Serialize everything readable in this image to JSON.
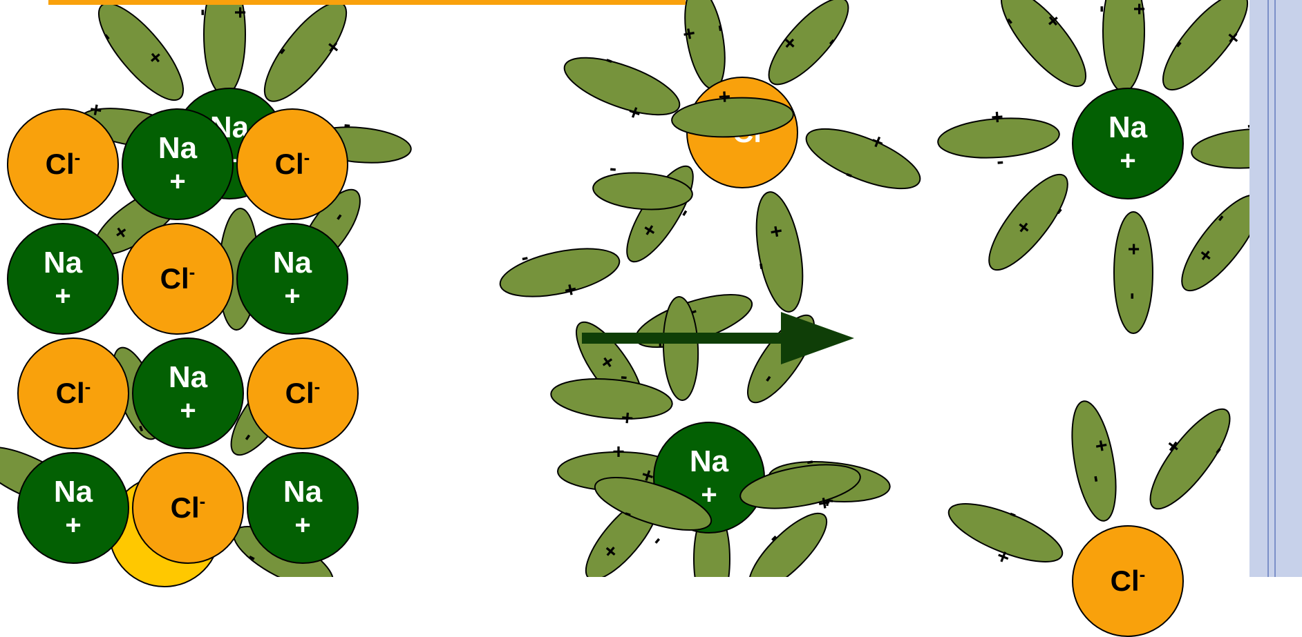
{
  "colors": {
    "water": "#76933C",
    "sodium": "#036003",
    "chloride": "#F9A10C",
    "arrow": "#0F3E07",
    "border": "#C7D1EA",
    "title_bar": "#F9A10C"
  },
  "labels": {
    "na": "Na",
    "plus": "+",
    "minus": "-",
    "cl": "Cl",
    "cl_charge": "-"
  },
  "lattice": [
    {
      "type": "cl",
      "row": 0,
      "col": 0
    },
    {
      "type": "na",
      "row": 0,
      "col": 1
    },
    {
      "type": "cl",
      "row": 0,
      "col": 2
    },
    {
      "type": "na",
      "row": 1,
      "col": 0
    },
    {
      "type": "cl",
      "row": 1,
      "col": 1
    },
    {
      "type": "na",
      "row": 1,
      "col": 2
    },
    {
      "type": "cl",
      "row": 2,
      "col": 0
    },
    {
      "type": "na",
      "row": 2,
      "col": 1
    },
    {
      "type": "cl",
      "row": 2,
      "col": 2
    },
    {
      "type": "na",
      "row": 3,
      "col": 0
    },
    {
      "type": "cl",
      "row": 3,
      "col": 1
    },
    {
      "type": "na",
      "row": 3,
      "col": 2
    }
  ],
  "solvated_ions": [
    {
      "type": "cl",
      "group": "center-top",
      "label": "-Cl"
    },
    {
      "type": "na",
      "group": "center-bottom"
    },
    {
      "type": "na",
      "group": "right-top"
    },
    {
      "type": "cl",
      "group": "right-bottom",
      "label": "Cl-"
    }
  ],
  "icons": [
    "water-molecule-icon",
    "reaction-arrow-icon"
  ]
}
